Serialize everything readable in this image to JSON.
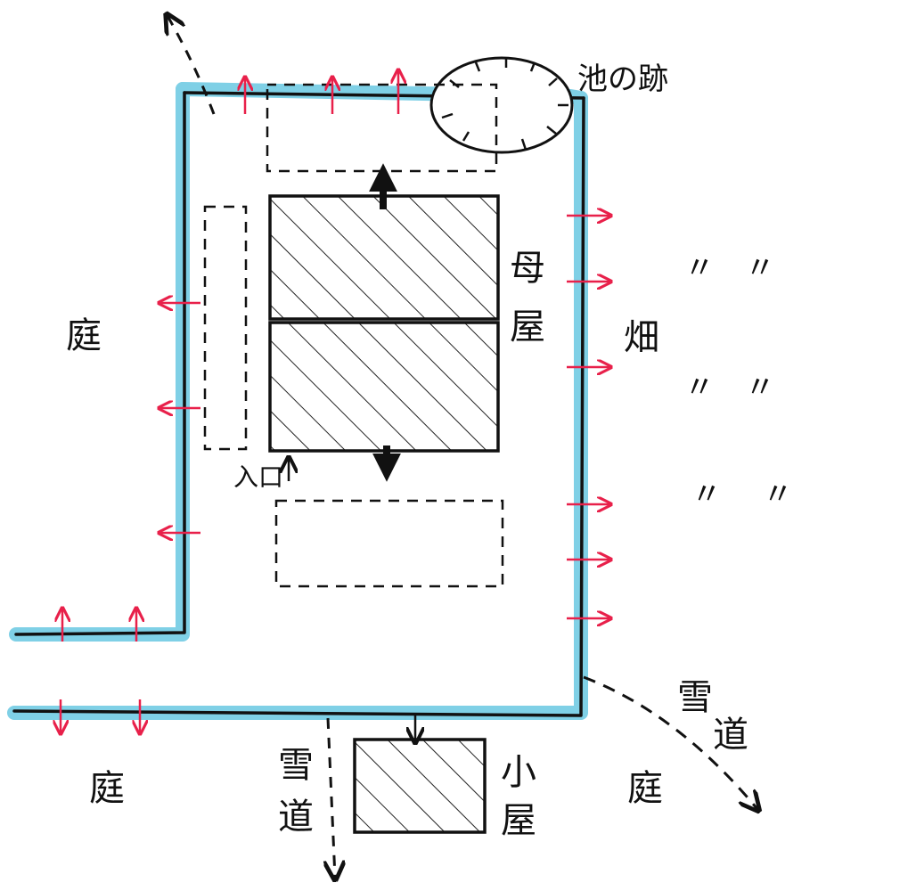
{
  "labels": {
    "pond": "池の跡",
    "main_house_top": "母",
    "main_house_bottom": "屋",
    "field": "畑",
    "garden_left": "庭",
    "garden_bottom_left": "庭",
    "garden_bottom_right": "庭",
    "entrance": "入口",
    "shed_top": "小",
    "shed_bottom": "屋",
    "snow_path_left_top": "雪",
    "snow_path_left_bottom": "道",
    "snow_path_right_top": "雪",
    "snow_path_right_bottom": "道",
    "field_row_mark": "〃"
  },
  "colors": {
    "wall_highlight": "#7fd0e6",
    "ink": "#111111",
    "arrow_red": "#e8204a",
    "hatch": "#222222"
  }
}
